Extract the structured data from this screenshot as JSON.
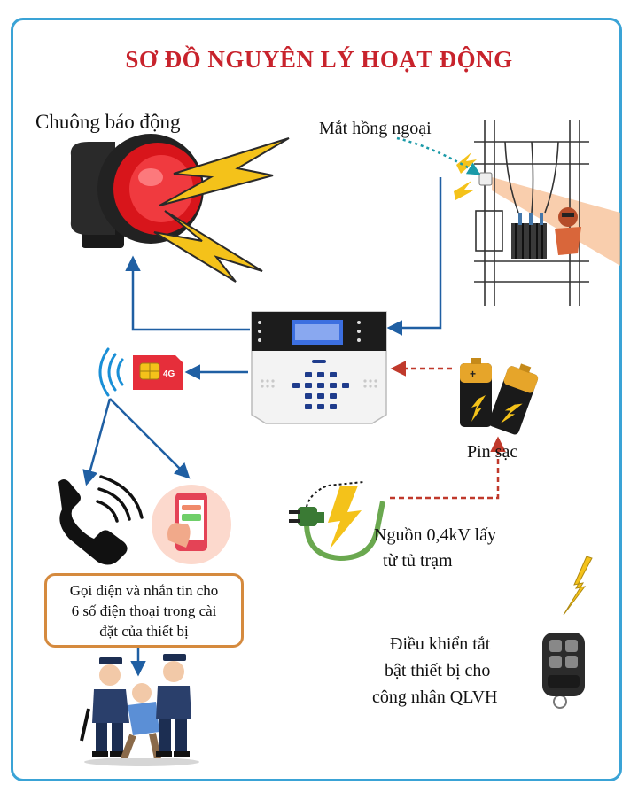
{
  "title": "SƠ ĐỒ NGUYÊN LÝ HOẠT ĐỘNG",
  "labels": {
    "siren": "Chuông báo động",
    "ir_sensor": "Mắt hồng ngoại",
    "battery": "Pin sạc",
    "power_line1": "Nguồn 0,4kV lấy",
    "power_line2": "từ tủ trạm",
    "remote_line1": "Điều khiển tắt",
    "remote_line2": "bật thiết bị cho",
    "remote_line3": "công nhân QLVH",
    "call_line1": "Gọi điện và nhắn tin cho",
    "call_line2": "6 số điện thoại trong cài",
    "call_line3": "đặt của thiết bị"
  },
  "sim_badge": "4G",
  "colors": {
    "title": "#c8232c",
    "frame": "#3aa3d6",
    "arrow_blue": "#1f5fa3",
    "arrow_red": "#c0392b",
    "callout_border": "#d58a3e",
    "lightning": "#f4c21a"
  },
  "icons": [
    "siren-icon",
    "infrared-sensor-icon",
    "alarm-panel-icon",
    "sim-card-icon",
    "signal-icon",
    "phone-icon",
    "sms-icon",
    "battery-icon",
    "power-plug-icon",
    "remote-icon",
    "police-icon"
  ]
}
